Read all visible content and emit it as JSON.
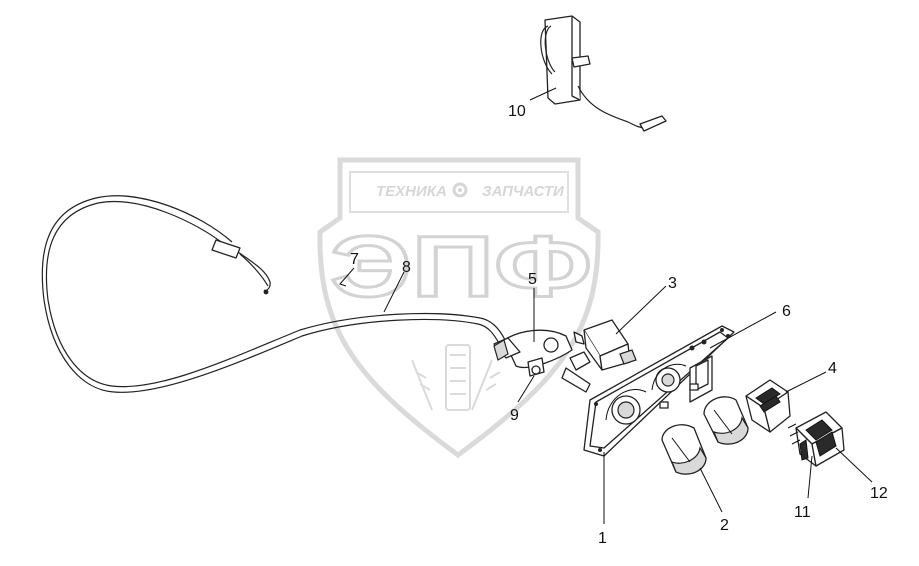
{
  "watermark": {
    "line1_left": "ТЕХНИКА",
    "line1_right": "ЗАПЧАСТИ",
    "big": "ЭПФ",
    "color": "#d2d2d2"
  },
  "callouts": [
    {
      "id": "1",
      "label": "1"
    },
    {
      "id": "2",
      "label": "2"
    },
    {
      "id": "3",
      "label": "3"
    },
    {
      "id": "4",
      "label": "4"
    },
    {
      "id": "5",
      "label": "5"
    },
    {
      "id": "6",
      "label": "6"
    },
    {
      "id": "7",
      "label": "7"
    },
    {
      "id": "8",
      "label": "8"
    },
    {
      "id": "9",
      "label": "9"
    },
    {
      "id": "10",
      "label": "10"
    },
    {
      "id": "11",
      "label": "11"
    },
    {
      "id": "12",
      "label": "12"
    }
  ]
}
